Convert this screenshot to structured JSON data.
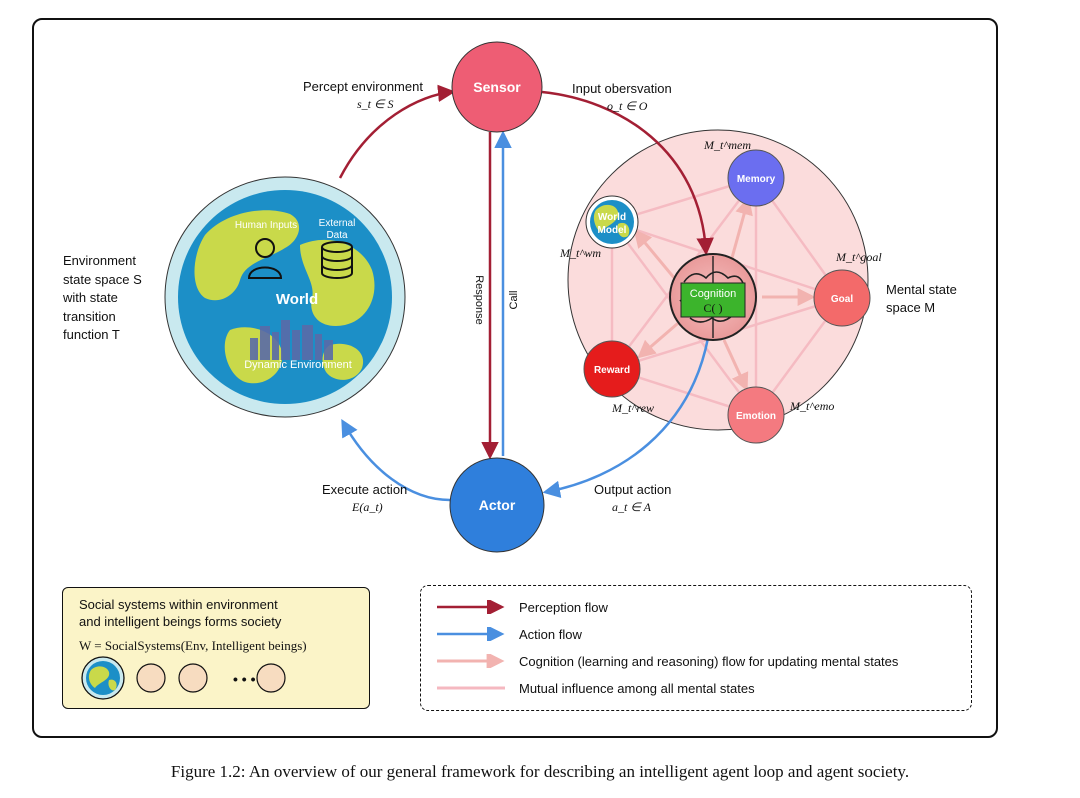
{
  "nodes": {
    "sensor": "Sensor",
    "actor": "Actor",
    "world": "World",
    "human_inputs": "Human Inputs",
    "external_data": "External Data",
    "dynamic_environment": "Dynamic Environment",
    "memory": "Memory",
    "world_model": "World Model",
    "cognition": "Cognition",
    "cognition_formula": "C( )",
    "goal": "Goal",
    "reward": "Reward",
    "emotion": "Emotion"
  },
  "labels": {
    "percept_environment": "Percept environment",
    "percept_formula": "s_t ∈ S",
    "input_observation": "Input obersvation",
    "input_formula": "o_t ∈ O",
    "environment_state_lines": [
      "Environment",
      "state space S",
      "with state",
      "transition",
      "function T"
    ],
    "mental_state_lines": [
      "Mental state",
      "space M"
    ],
    "response": "Response",
    "call": "Call",
    "execute_action": "Execute action",
    "execute_formula": "E(a_t)",
    "output_action": "Output action",
    "output_formula": "a_t ∈ A",
    "m_mem": "M_t^mem",
    "m_wm": "M_t^wm",
    "m_goal": "M_t^goal",
    "m_rew": "M_t^rew",
    "m_emo": "M_t^emo"
  },
  "social": {
    "title_line1": "Social systems within environment",
    "title_line2": "and intelligent beings forms society",
    "formula": "W = SocialSystems(Env, Intelligent beings)",
    "ellipsis": "• • •"
  },
  "legend": [
    {
      "label": "Perception flow",
      "color": "#a31f34"
    },
    {
      "label": "Action flow",
      "color": "#4a8fe0"
    },
    {
      "label": "Cognition (learning and reasoning) flow for updating mental states",
      "color": "#f2b3b0"
    },
    {
      "label": "Mutual influence among all mental states",
      "color": "#f5b8c0"
    }
  ],
  "caption": "Figure 1.2: An overview of our general framework for describing an intelligent agent loop and agent society.",
  "colors": {
    "sensor": "#ee5d74",
    "actor": "#2f7fdc",
    "perception": "#a31f34",
    "action": "#4a8fe0",
    "mental_space": "#fbdcdc",
    "memory": "#6b6ef0",
    "goal": "#f36a6a",
    "reward": "#e51c1c",
    "emotion": "#f47a80",
    "cognition_box": "#3cb42c",
    "world_ocean": "#1c8fc7",
    "world_land": "#c9d94a",
    "world_ring": "#c9e9ef",
    "social_box": "#fbf4c8"
  }
}
